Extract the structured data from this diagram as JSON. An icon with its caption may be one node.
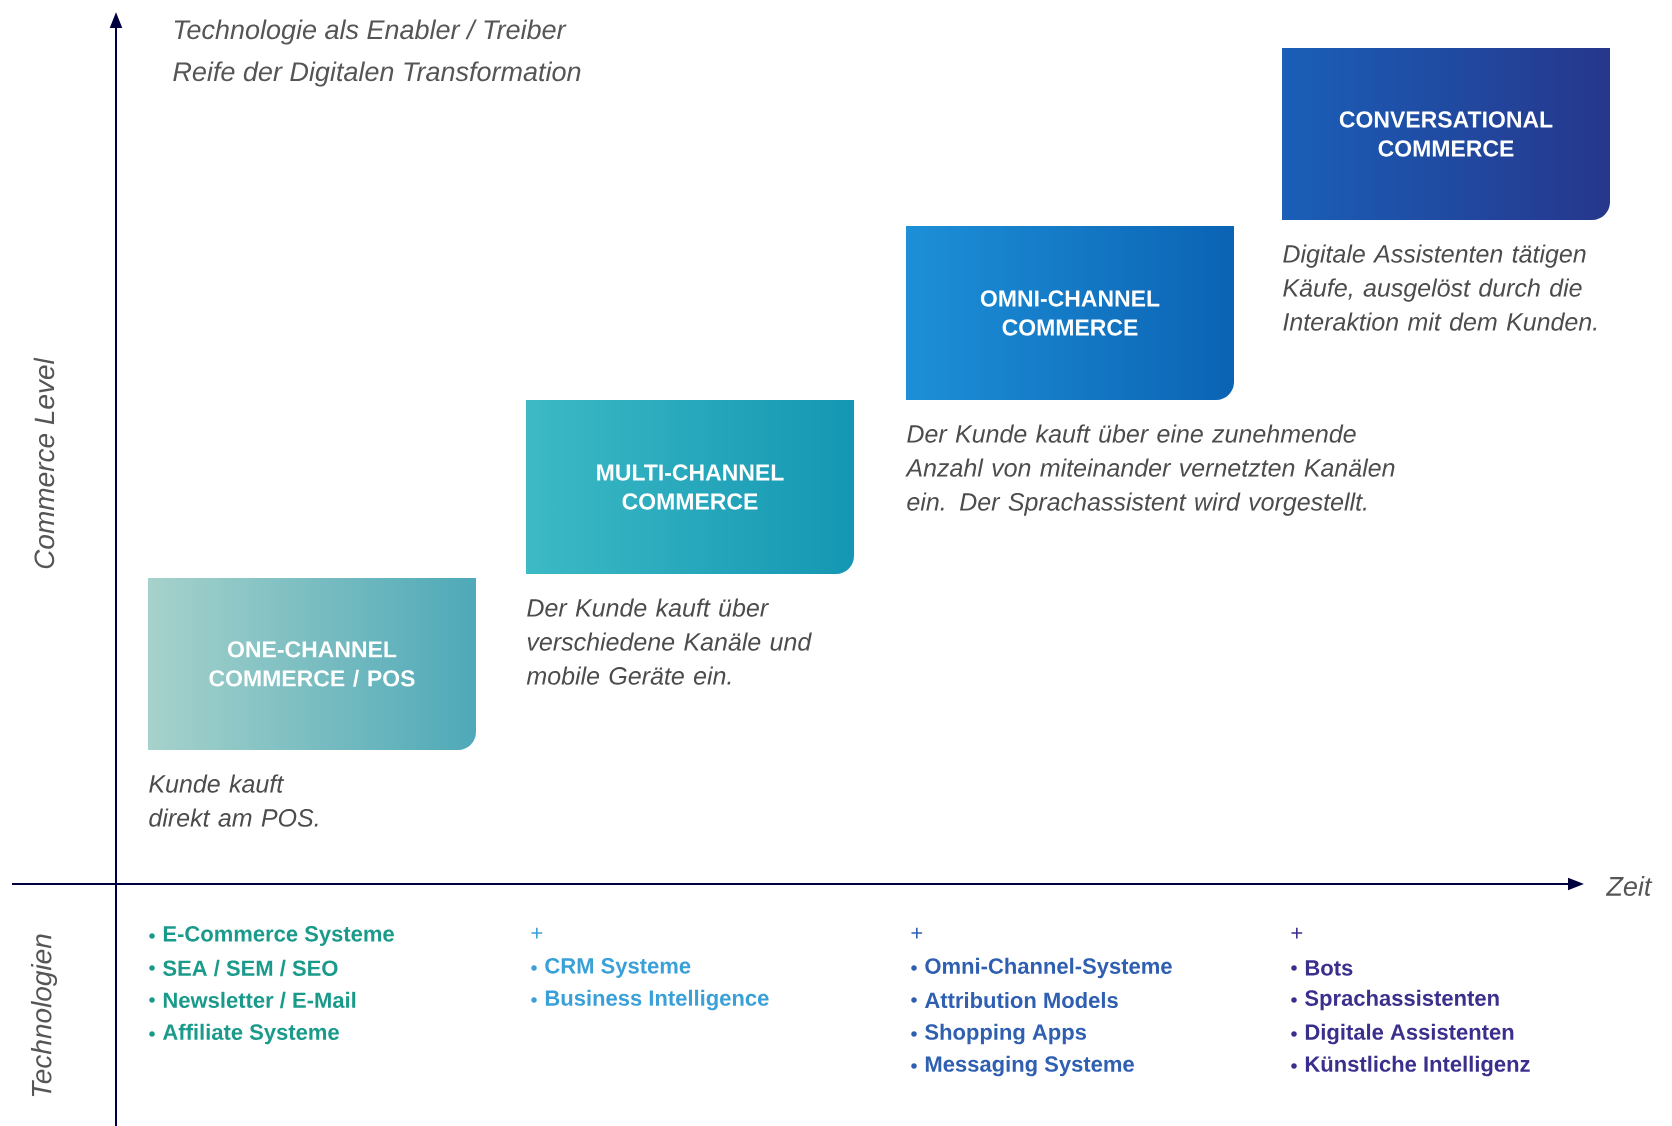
{
  "diagram": {
    "nodes": [
      {
        "text": [
          "ONE-CHANNEL COMMERCE / POS"
        ],
        "beside": [
          "Kunde kauft direkt am POS."
        ]
      },
      {
        "text": [
          "MULTI-CHANNEL COMMERCE"
        ],
        "beside": [
          "Der Kunde kauft über verschiedene Kanäle und mobile Geräte ein."
        ]
      },
      {
        "text": [
          "OMNI-CHANNEL COMMERCE"
        ],
        "beside": [
          "Der Kunde kauft über eine zunehmende Anzahl von miteinander vernetzten Kanälen ein. Der Sprachassistent wird vorgestellt."
        ]
      },
      {
        "text": [
          "CONVERSATIONAL COMMERCE"
        ],
        "beside": [
          "Digitale Assistenten tätigen Käufe, ausgelöst durch die Interaktion mit dem Kunden."
        ]
      }
    ],
    "edges": [],
    "labels": [
      "Technologie als Enabler / Treiber",
      "Reife der Digitalen Transformation",
      "Commerce Level",
      "Zeit",
      "Technologien",
      "E-Commerce Systeme",
      "SEA / SEM / SEO",
      "Newsletter / E-Mail",
      "Affiliate Systeme",
      "+",
      "CRM Systeme",
      "Business Intelligence",
      "+",
      "Omni-Channel-Systeme",
      "Attribution Models",
      "Shopping Apps",
      "Messaging Systeme",
      "+",
      "Bots",
      "Sprachassistenten",
      "Digitale Assistenten",
      "Künstliche Intelligenz"
    ]
  }
}
